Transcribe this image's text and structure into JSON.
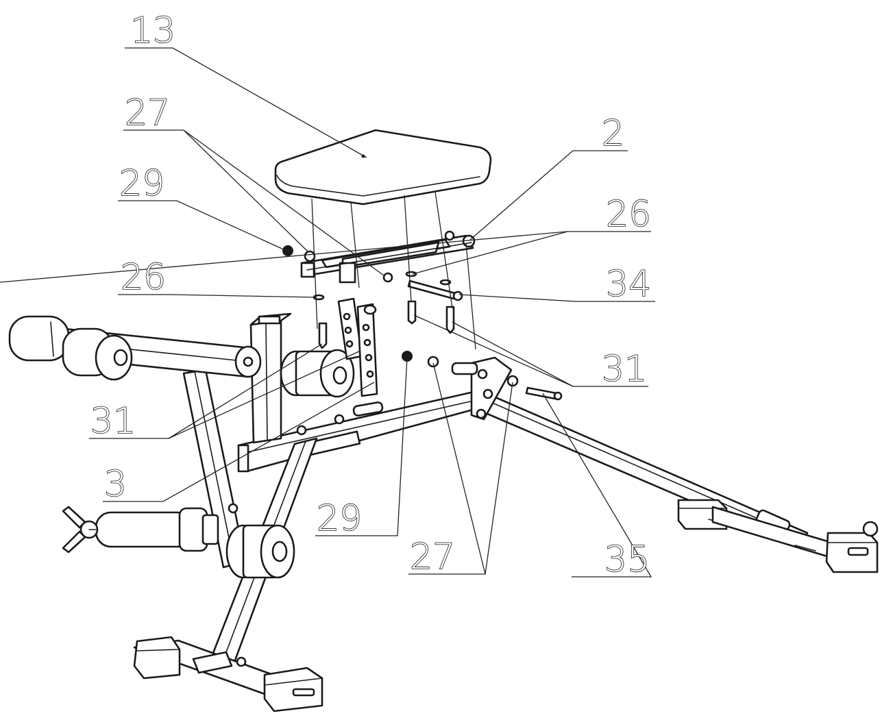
{
  "callouts": [
    {
      "key": "c13",
      "label": "13"
    },
    {
      "key": "c27a",
      "label": "27"
    },
    {
      "key": "c29a",
      "label": "29"
    },
    {
      "key": "c2",
      "label": "2"
    },
    {
      "key": "c26a",
      "label": "26"
    },
    {
      "key": "c26b",
      "label": "26"
    },
    {
      "key": "c34",
      "label": "34"
    },
    {
      "key": "c31a",
      "label": "31"
    },
    {
      "key": "c31b",
      "label": "31"
    },
    {
      "key": "c3",
      "label": "3"
    },
    {
      "key": "c29b",
      "label": "29"
    },
    {
      "key": "c27b",
      "label": "27"
    },
    {
      "key": "c35",
      "label": "35"
    }
  ]
}
